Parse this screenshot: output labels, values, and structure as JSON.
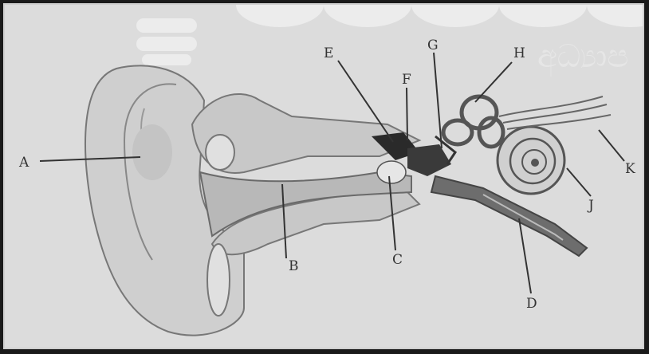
{
  "watermark": {
    "text": "අධ්‍යාප"
  },
  "diagram": {
    "labels": {
      "A": "A",
      "B": "B",
      "C": "C",
      "D": "D",
      "E": "E",
      "F": "F",
      "G": "G",
      "H": "H",
      "J": "J",
      "K": "K"
    }
  }
}
